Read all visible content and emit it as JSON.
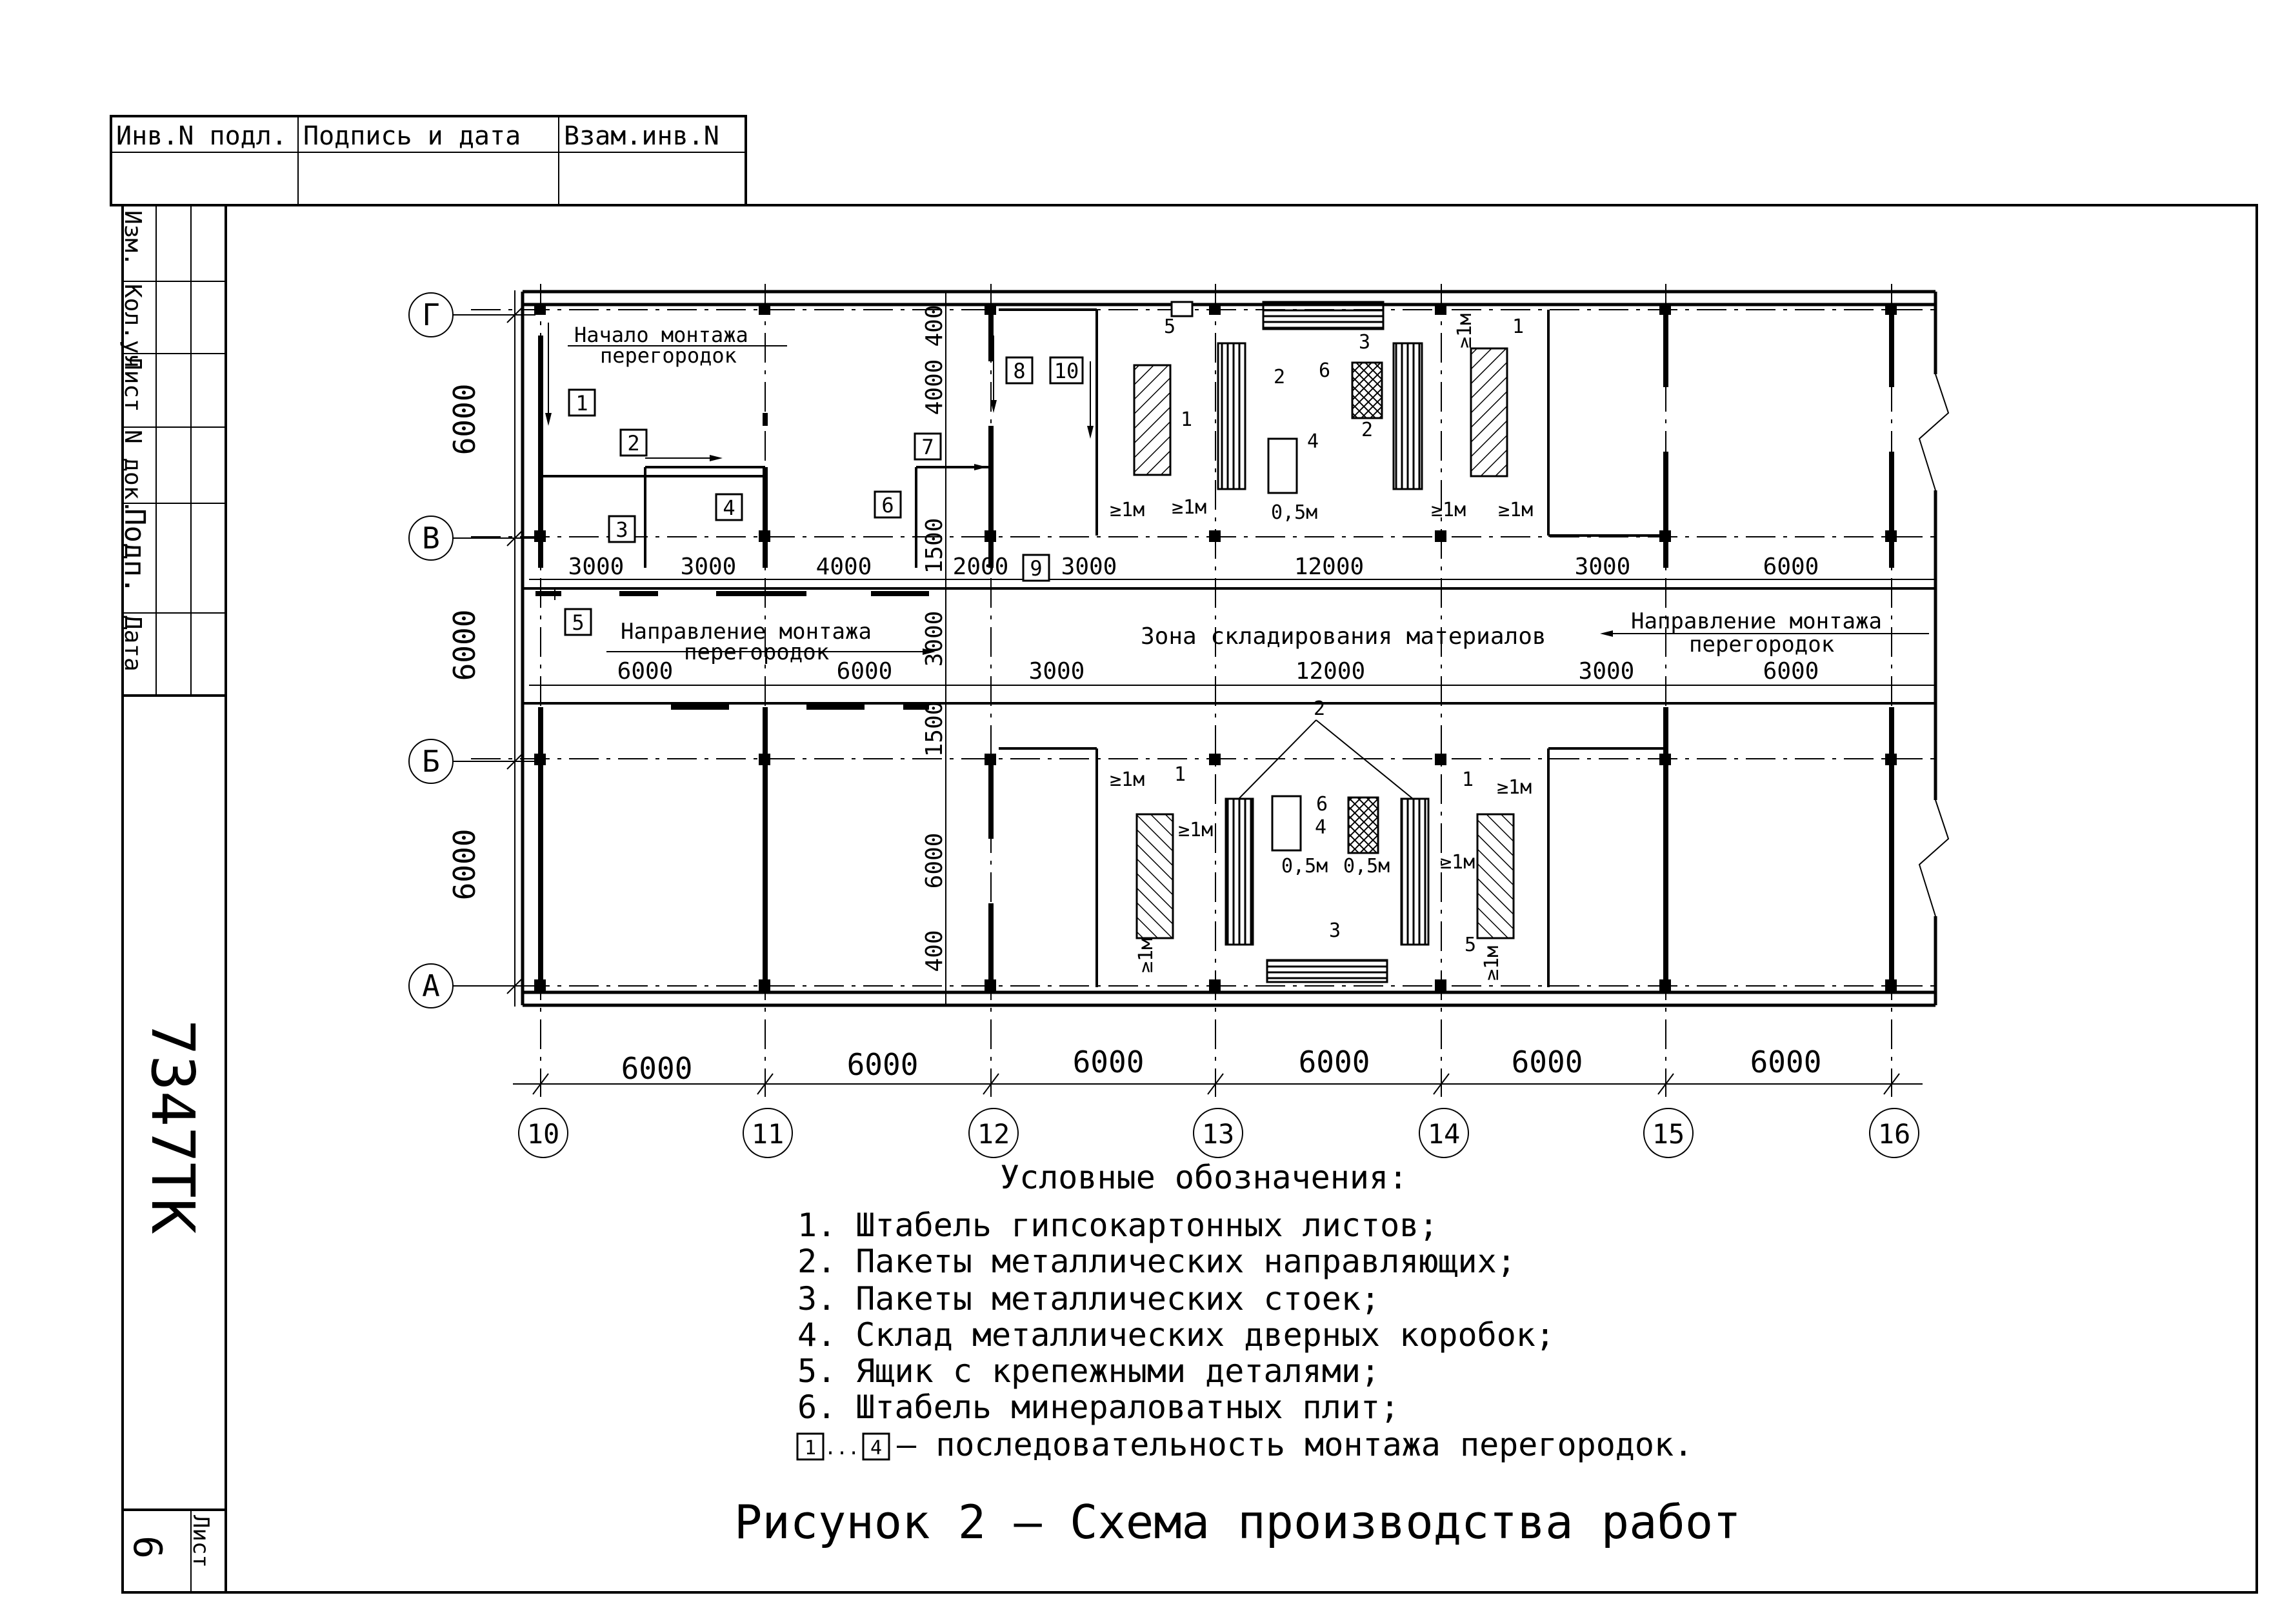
{
  "stamp": {
    "inv_podl": "Инв.N подл.",
    "podpis": "Подпись и дата",
    "vzam": "Взам.инв.N",
    "izm": "Изм.",
    "koluch": "Кол.уч",
    "list": "Лист",
    "ndok": "N док.",
    "podp": "Подп.",
    "data": "Дата",
    "doc_code": "7347ТК",
    "sheet_label": "Лист",
    "sheet_no": "6"
  },
  "axes": {
    "rows": [
      "Г",
      "В",
      "Б",
      "А"
    ],
    "cols": [
      "10",
      "11",
      "12",
      "13",
      "14",
      "15",
      "16"
    ]
  },
  "dims": {
    "bottom": [
      "6000",
      "6000",
      "6000",
      "6000",
      "6000",
      "6000"
    ],
    "left": [
      "6000",
      "6000",
      "6000"
    ],
    "upper_row": [
      "3000",
      "3000",
      "4000",
      "2000",
      "3000",
      "12000",
      "3000",
      "6000"
    ],
    "lower_row": [
      "6000",
      "6000",
      "3000",
      "12000",
      "3000",
      "6000"
    ],
    "v4000": "4000",
    "v400a": "400",
    "v1500a": "1500",
    "v3000": "3000",
    "v1500b": "1500",
    "v6000": "6000",
    "v400b": "400"
  },
  "labels": {
    "start": "Начало монтажа",
    "start2": "перегородок",
    "dir_left": "Направление монтажа",
    "dir_left2": "перегородок",
    "dir_right": "Направление монтажа",
    "dir_right2": "перегородок",
    "zone": "Зона складирования материалов"
  },
  "seq": [
    "1",
    "2",
    "3",
    "4",
    "5",
    "6",
    "7",
    "8",
    "9",
    "10"
  ],
  "marks": {
    "m1": "1",
    "m2": "2",
    "m3": "3",
    "m4": "4",
    "m5": "5",
    "m6": "6",
    "ge1m": "≥1м",
    "half": "0,5м"
  },
  "legend": {
    "title": "Условные обозначения:",
    "items": [
      "1. Штабель гипсокартонных листов;",
      "2. Пакеты металлических направляющих;",
      "3. Пакеты металлических стоек;",
      "4. Склад металлических дверных коробок;",
      "5. Ящик с крепежными деталями;",
      "6. Штабель минераловатных плит;"
    ],
    "seq_from": "1",
    "seq_to": "4",
    "seq_dots": "...",
    "seq_text": "– последовательность монтажа перегородок."
  },
  "caption": "Рисунок 2 – Схема производства работ"
}
